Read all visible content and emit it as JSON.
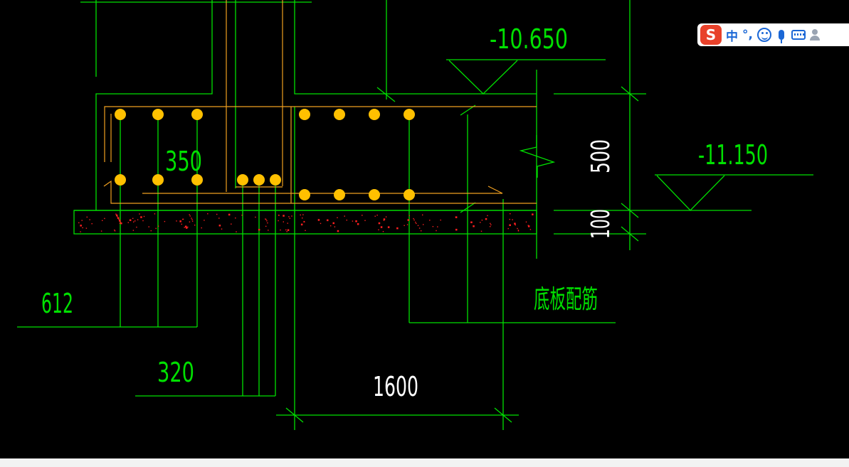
{
  "drawing": {
    "elevations": {
      "top": "-10.650",
      "bottom": "-11.150"
    },
    "dimensions": {
      "d350": "350",
      "d500": "500",
      "d100": "100",
      "d612": "612",
      "d320": "320",
      "d1600": "1600"
    },
    "labels": {
      "base_slab_reinforcement": "底板配筋"
    },
    "colors": {
      "line": "#00e000",
      "rebar": "#f0a020",
      "rebar_dot": "#ffc000",
      "concrete_dots": "#ff2020",
      "background": "#000000"
    }
  },
  "ime_toolbar": {
    "logo": "S",
    "mode": "中",
    "punctuation": "°,",
    "icons": [
      "emoji-icon",
      "microphone-icon",
      "keyboard-icon",
      "user-icon"
    ]
  }
}
